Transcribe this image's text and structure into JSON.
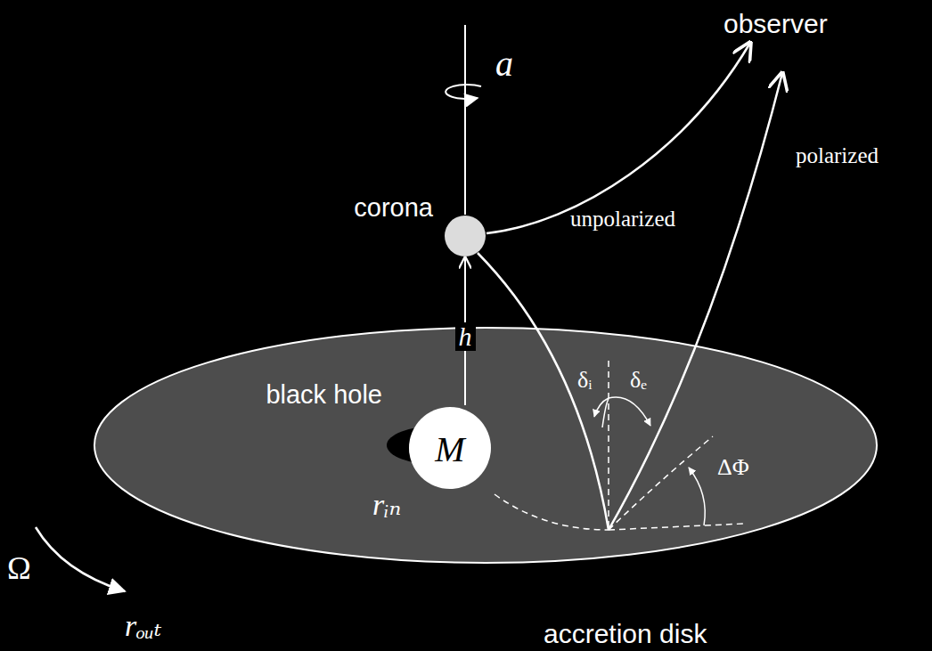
{
  "diagram": {
    "nodes": [
      {
        "text": [
          "corona"
        ]
      },
      {
        "text": [
          "black hole",
          "M"
        ]
      },
      {
        "text": [
          "accretion disk"
        ]
      }
    ],
    "edges": [
      {
        "from": 1,
        "to": 0,
        "arrow": "to",
        "label": "h"
      }
    ],
    "labels": [
      "observer",
      "a",
      "polarized",
      "unpolarized",
      "δᵢ",
      "δₑ",
      "ΔΦ",
      "rᵢₙ",
      "Ω",
      "rₒᵤₜ"
    ]
  }
}
